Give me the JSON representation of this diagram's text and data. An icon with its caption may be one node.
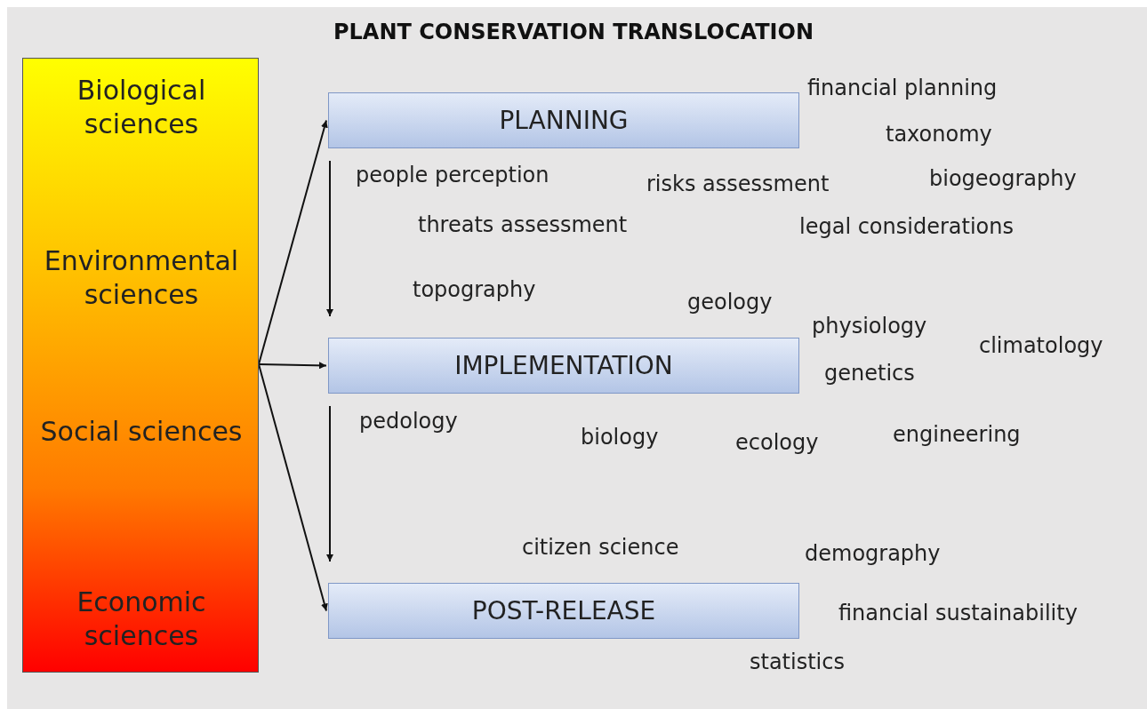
{
  "diagram": {
    "title": "PLANT CONSERVATION TRANSLOCATION",
    "nodes": [
      {
        "text": [
          "Biological sciences",
          "Environmental sciences",
          "Social sciences",
          "Economic sciences"
        ]
      },
      {
        "text": [
          "PLANNING"
        ]
      },
      {
        "text": [
          "IMPLEMENTATION"
        ]
      },
      {
        "text": [
          "POST-RELEASE"
        ]
      }
    ],
    "edges": [
      {
        "from": 0,
        "to": 1,
        "arrow": "to"
      },
      {
        "from": 0,
        "to": 2,
        "arrow": "to"
      },
      {
        "from": 0,
        "to": 3,
        "arrow": "to"
      },
      {
        "from": 1,
        "to": 2,
        "arrow": "to"
      },
      {
        "from": 2,
        "to": 3,
        "arrow": "to"
      }
    ],
    "labels": [
      "financial planning",
      "taxonomy",
      "people perception",
      "risks assessment",
      "biogeography",
      "threats assessment",
      "legal considerations",
      "topography",
      "geology",
      "physiology",
      "climatology",
      "genetics",
      "pedology",
      "biology",
      "ecology",
      "engineering",
      "citizen science",
      "demography",
      "financial sustainability",
      "statistics"
    ]
  }
}
